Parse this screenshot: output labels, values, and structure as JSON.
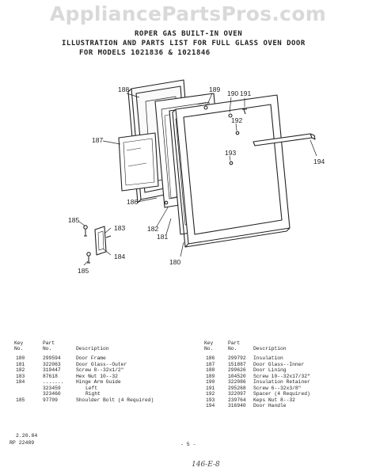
{
  "watermark": "AppliancePartsPros.com",
  "title": {
    "line1": "ROPER GAS BUILT-IN OVEN",
    "line2": "ILLUSTRATION AND PARTS LIST FOR FULL GLASS OVEN DOOR",
    "line3": "FOR MODELS 1021836 & 1021846"
  },
  "callouts": [
    "188",
    "187",
    "186",
    "185",
    "183",
    "184",
    "185",
    "182",
    "181",
    "180",
    "189",
    "190",
    "191",
    "192",
    "193",
    "194"
  ],
  "headers": {
    "key": "Key",
    "no1": "No.",
    "part": "Part",
    "no2": "No.",
    "description": "Description"
  },
  "left_parts": [
    {
      "key": "180",
      "part": "299594",
      "desc": "Door Frame"
    },
    {
      "key": "181",
      "part": "322063",
      "desc": "Door Glass--Outer"
    },
    {
      "key": "182",
      "part": "319447",
      "desc": "Screw 8--32x1/2\""
    },
    {
      "key": "183",
      "part": "87618",
      "desc": "Hex Nut 10--32"
    },
    {
      "key": "184",
      "part": ".......",
      "desc": "Hinge Arm Guide"
    },
    {
      "key": "",
      "part": "323459",
      "desc": "  Left"
    },
    {
      "key": "",
      "part": "323460",
      "desc": "  Right"
    },
    {
      "key": "185",
      "part": "97709",
      "desc": "Shoulder Bolt (4 Required)"
    }
  ],
  "right_parts": [
    {
      "key": "186",
      "part": "299792",
      "desc": "Insulation"
    },
    {
      "key": "187",
      "part": "151887",
      "desc": "Door Glass--Inner"
    },
    {
      "key": "188",
      "part": "299626",
      "desc": "Door Lining"
    },
    {
      "key": "189",
      "part": "104520",
      "desc": "Screw 10--32x17/32\""
    },
    {
      "key": "190",
      "part": "322086",
      "desc": "Insulation Retainer"
    },
    {
      "key": "191",
      "part": "295268",
      "desc": "Screw 6--32x3/8\""
    },
    {
      "key": "192",
      "part": "322097",
      "desc": "Spacer (4 Required)"
    },
    {
      "key": "193",
      "part": "239764",
      "desc": "Keps Nut 8--32"
    },
    {
      "key": "194",
      "part": "316940",
      "desc": "Door Handle"
    }
  ],
  "footer": {
    "date": "2.20.84",
    "rp": "RP 22489",
    "page": "- 5 -",
    "handwritten": "146-E-8"
  }
}
